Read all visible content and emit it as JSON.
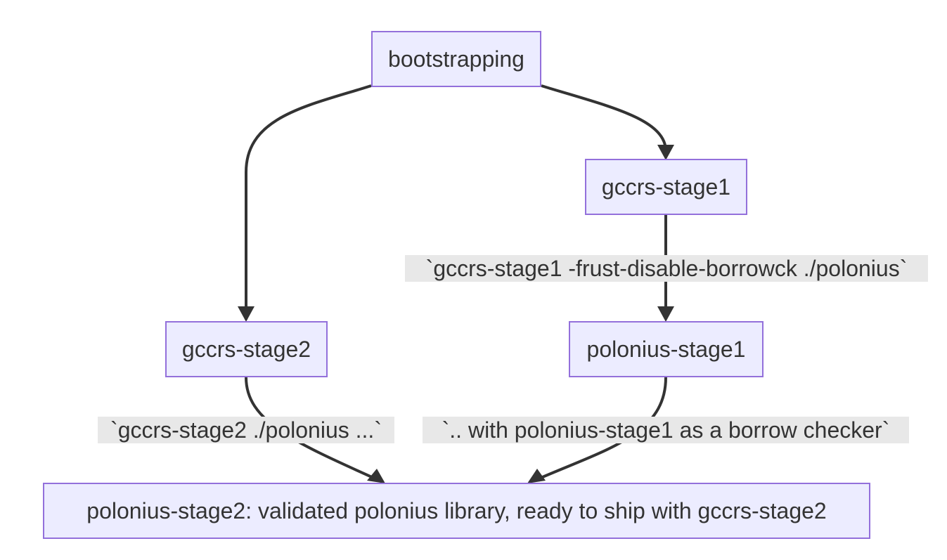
{
  "nodes": {
    "bootstrapping": "bootstrapping",
    "gccrs_stage1": "gccrs-stage1",
    "gccrs_stage2": "gccrs-stage2",
    "polonius_stage1": "polonius-stage1",
    "polonius_stage2": "polonius-stage2: validated polonius library, ready to ship with gccrs-stage2"
  },
  "edges": {
    "stage1_to_polonius1": "`gccrs-stage1 -frust-disable-borrowck ./polonius`",
    "stage2_to_polonius2": "`gccrs-stage2 ./polonius ...`",
    "polonius1_to_polonius2": "`.. with polonius-stage1 as a borrow checker`"
  },
  "colors": {
    "node_fill": "#ececff",
    "node_border": "#9370db",
    "edge": "#333333",
    "edge_label_bg": "#e8e8e8"
  }
}
